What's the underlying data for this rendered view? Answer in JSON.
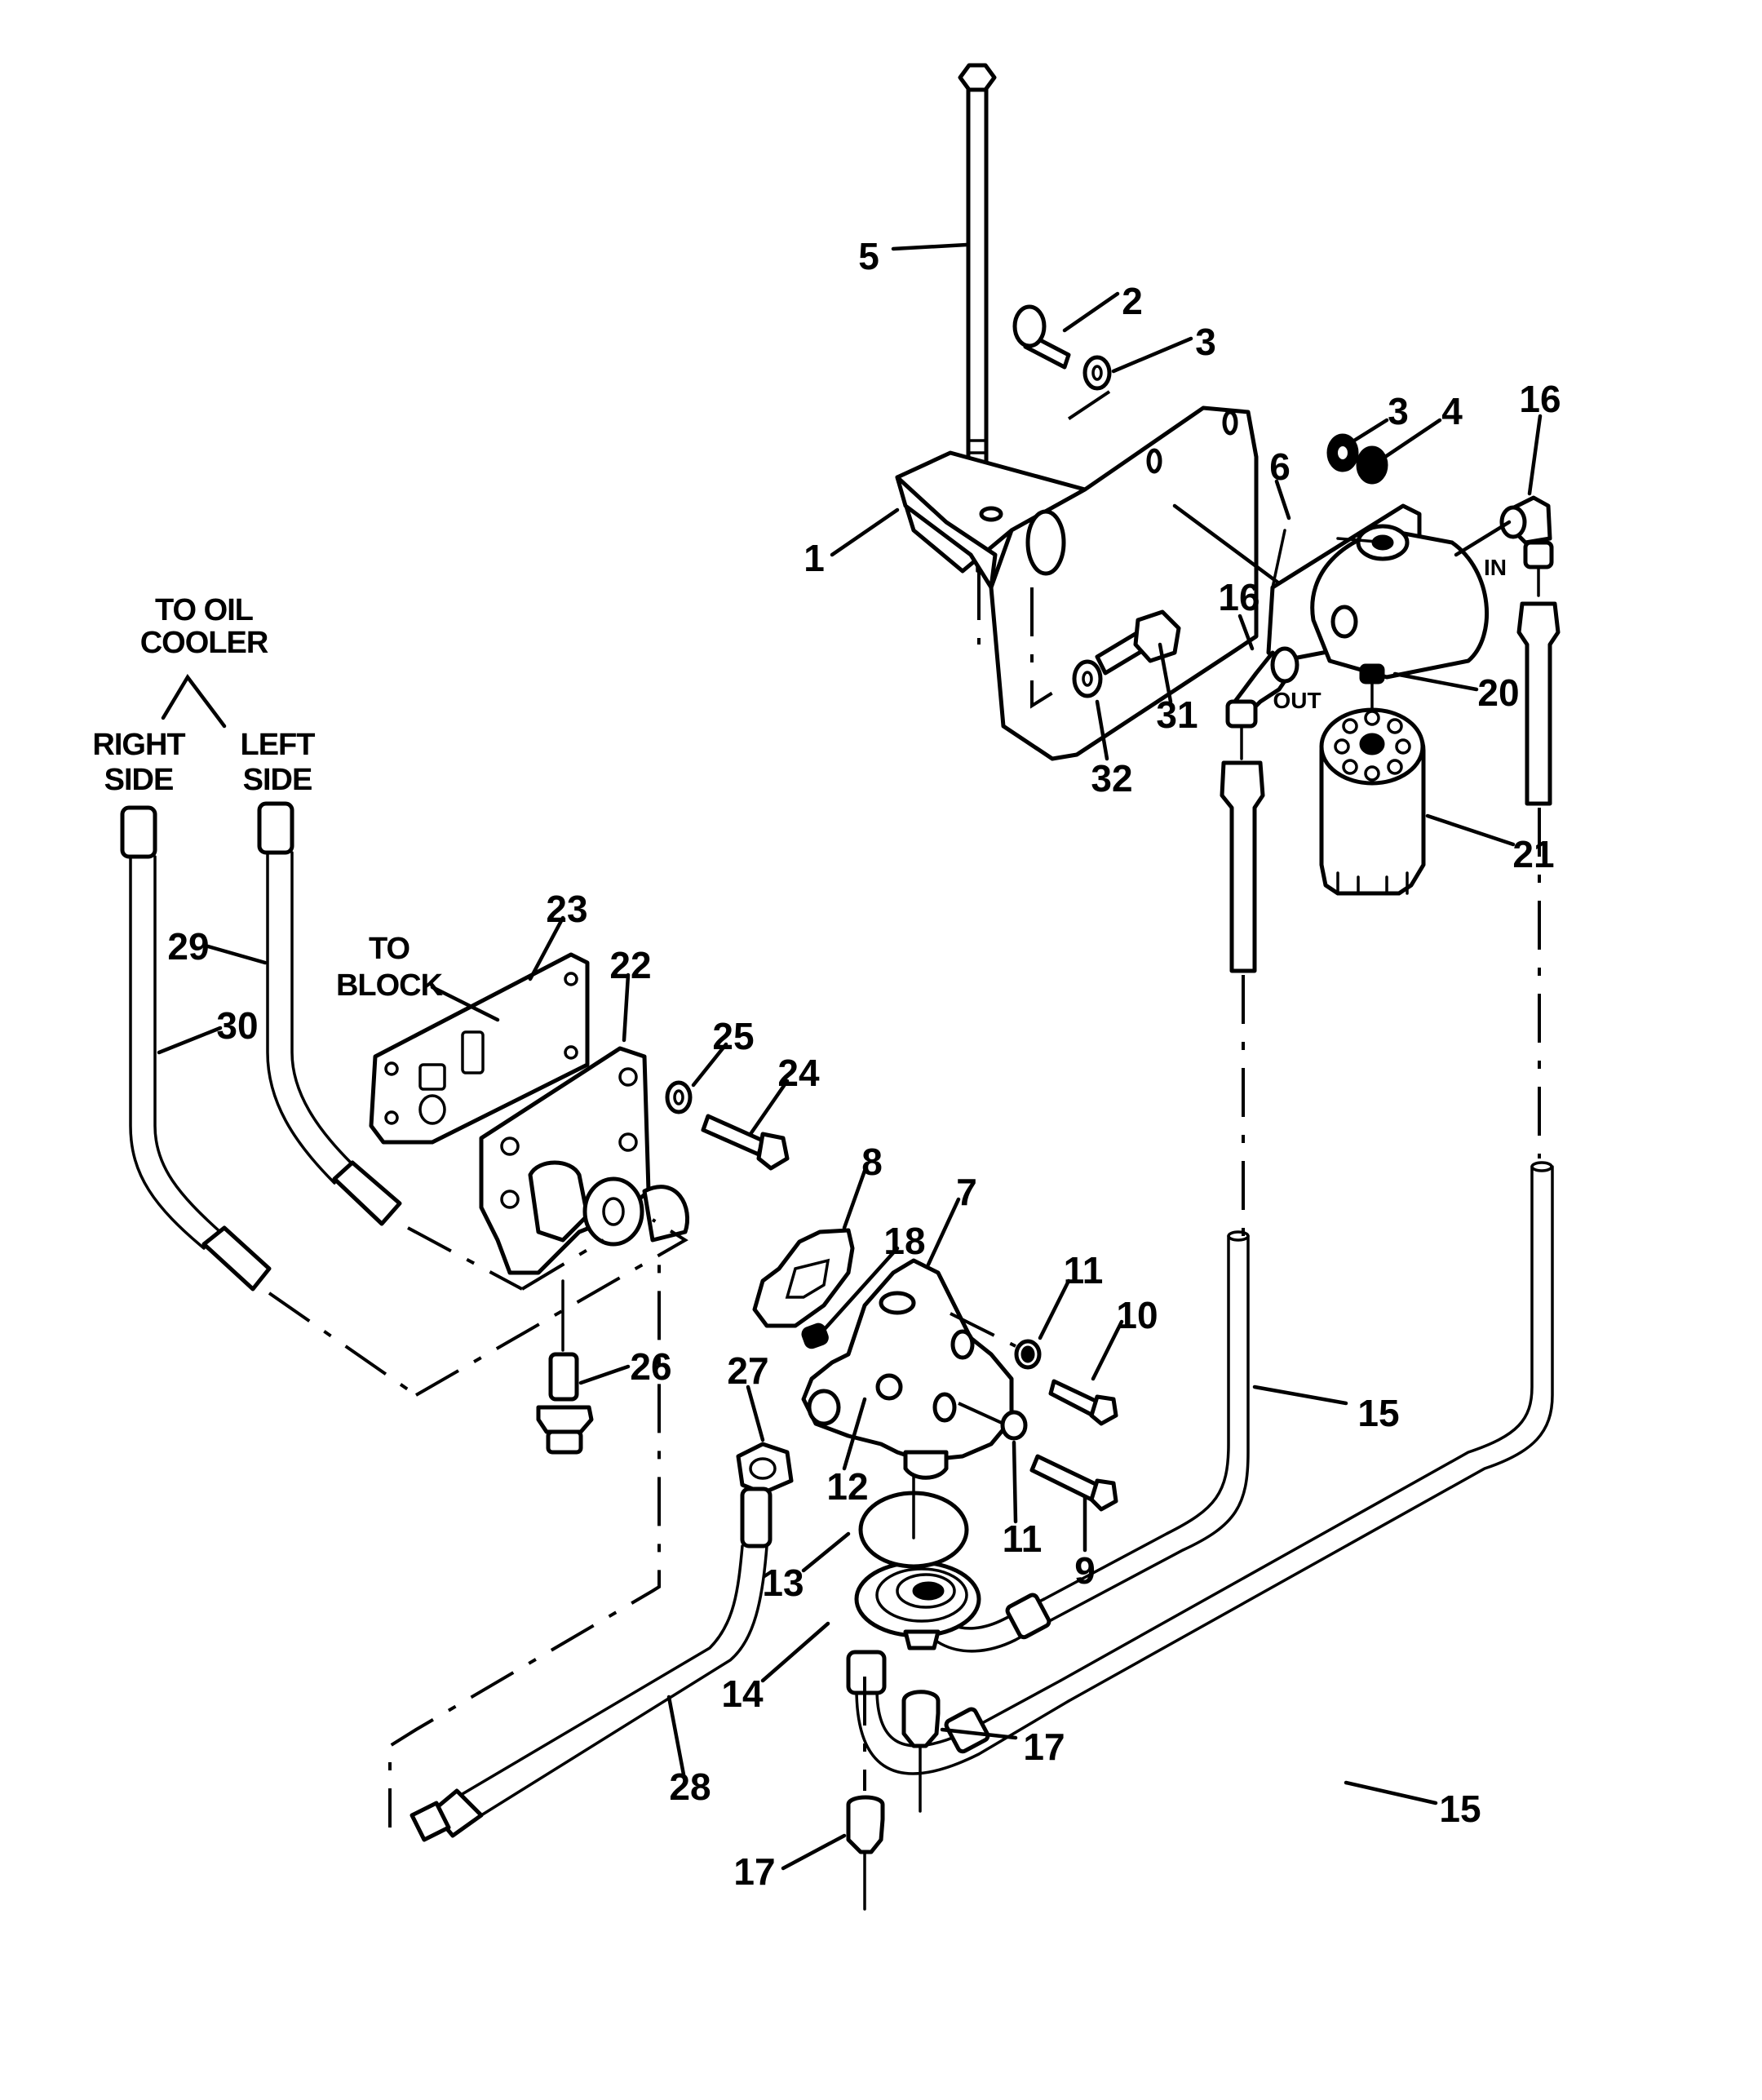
{
  "diagram": {
    "type": "exploded-parts-diagram",
    "subject": "Remote oil filter assembly",
    "callouts": [
      {
        "id": "c5",
        "label": "5"
      },
      {
        "id": "c2",
        "label": "2"
      },
      {
        "id": "c3a",
        "label": "3"
      },
      {
        "id": "c1",
        "label": "1"
      },
      {
        "id": "c3b",
        "label": "3"
      },
      {
        "id": "c4",
        "label": "4"
      },
      {
        "id": "c6",
        "label": "6"
      },
      {
        "id": "c16a",
        "label": "16"
      },
      {
        "id": "c16b",
        "label": "16"
      },
      {
        "id": "c20",
        "label": "20"
      },
      {
        "id": "c31",
        "label": "31"
      },
      {
        "id": "c32",
        "label": "32"
      },
      {
        "id": "c21",
        "label": "21"
      },
      {
        "id": "c29",
        "label": "29"
      },
      {
        "id": "c30",
        "label": "30"
      },
      {
        "id": "c23",
        "label": "23"
      },
      {
        "id": "c22",
        "label": "22"
      },
      {
        "id": "c25",
        "label": "25"
      },
      {
        "id": "c24",
        "label": "24"
      },
      {
        "id": "c8",
        "label": "8"
      },
      {
        "id": "c7",
        "label": "7"
      },
      {
        "id": "c18",
        "label": "18"
      },
      {
        "id": "c11a",
        "label": "11"
      },
      {
        "id": "c10",
        "label": "10"
      },
      {
        "id": "c26",
        "label": "26"
      },
      {
        "id": "c27",
        "label": "27"
      },
      {
        "id": "c12",
        "label": "12"
      },
      {
        "id": "c11b",
        "label": "11"
      },
      {
        "id": "c9",
        "label": "9"
      },
      {
        "id": "c13",
        "label": "13"
      },
      {
        "id": "c14",
        "label": "14"
      },
      {
        "id": "c15a",
        "label": "15"
      },
      {
        "id": "c17a",
        "label": "17"
      },
      {
        "id": "c28",
        "label": "28"
      },
      {
        "id": "c17b",
        "label": "17"
      },
      {
        "id": "c15b",
        "label": "15"
      }
    ],
    "notes": {
      "to_oil_cooler_line1": "TO OIL",
      "to_oil_cooler_line2": "COOLER",
      "right_side_line1": "RIGHT",
      "right_side_line2": "SIDE",
      "left_side_line1": "LEFT",
      "left_side_line2": "SIDE",
      "to_block_line1": "TO",
      "to_block_line2": "BLOCK",
      "port_in": "IN",
      "port_out": "OUT"
    },
    "colors": {
      "ink": "#000000",
      "paper": "#ffffff"
    }
  }
}
